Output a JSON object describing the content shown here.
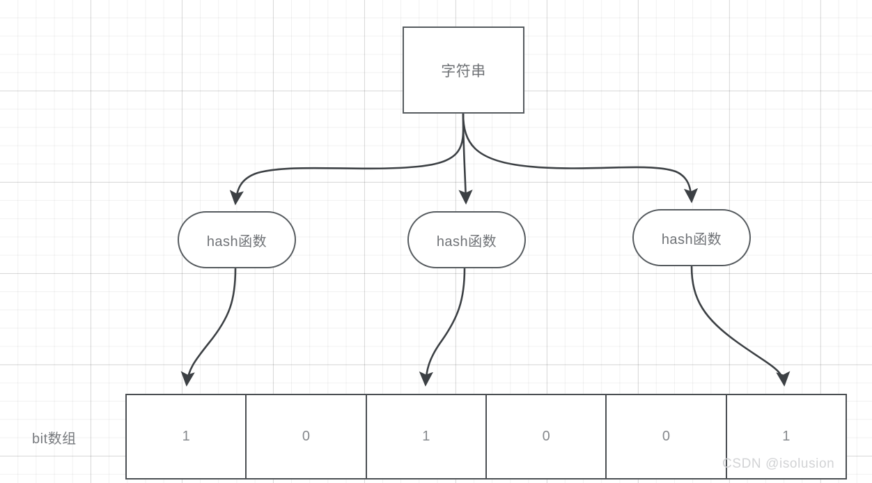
{
  "diagram": {
    "title_node": {
      "label": "字符串"
    },
    "hash_nodes": [
      {
        "label": "hash函数"
      },
      {
        "label": "hash函数"
      },
      {
        "label": "hash函数"
      }
    ],
    "bit_array": {
      "label": "bit数组",
      "cells": [
        "1",
        "0",
        "1",
        "0",
        "0",
        "1"
      ]
    },
    "watermark": "CSDN @isolusion",
    "colors": {
      "stroke": "#555a5e",
      "text": "#6f7276",
      "grid_minor": "rgba(0,0,0,0.055)",
      "grid_major": "rgba(0,0,0,0.11)",
      "background": "#ffffff",
      "watermark": "#d2d3d5"
    }
  }
}
